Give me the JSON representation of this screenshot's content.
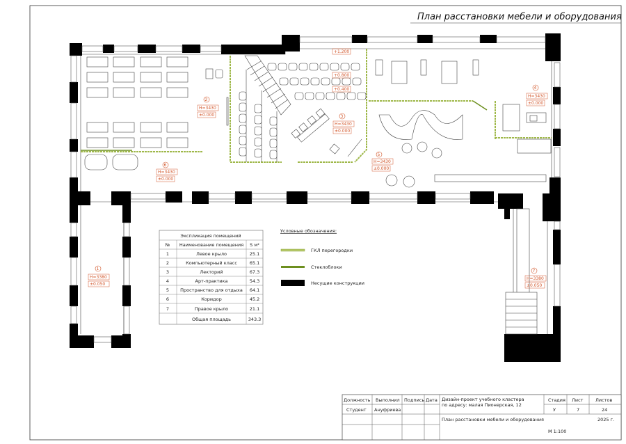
{
  "sheet": {
    "title": "План расстановки мебели и оборудования"
  },
  "rooms": [
    {
      "num": "1",
      "height": "H=3380",
      "level": "±0.050"
    },
    {
      "num": "2",
      "height": "H=3430",
      "level": "±0.000"
    },
    {
      "num": "3",
      "height": "H=3430",
      "level": "±0.000"
    },
    {
      "num": "4",
      "height": "H=3430",
      "level": "±0.000"
    },
    {
      "num": "5",
      "height": "H=3430",
      "level": "±0.000"
    },
    {
      "num": "6",
      "height": "H=3430",
      "level": "±0.000"
    },
    {
      "num": "7",
      "height": "H=3380",
      "level": "±0.050"
    }
  ],
  "levels": [
    "+1.200",
    "+0.800",
    "+0.400"
  ],
  "explication": {
    "title": "Экспликация помещений",
    "headers": [
      "№",
      "Наименование помещения",
      "S м²"
    ],
    "rows": [
      [
        "1",
        "Левое крыло",
        "25.1"
      ],
      [
        "2",
        "Компьютерный класс",
        "65.1"
      ],
      [
        "3",
        "Лекторий",
        "67.3"
      ],
      [
        "4",
        "Арт-практика",
        "54.3"
      ],
      [
        "5",
        "Пространство для отдыха",
        "64.1"
      ],
      [
        "6",
        "Коридор",
        "45.2"
      ],
      [
        "7",
        "Правое крыло",
        "21.1"
      ]
    ],
    "total_label": "Общая площадь",
    "total_value": "343.3"
  },
  "legend": {
    "title": "Условные обозначения:",
    "items": [
      {
        "label": "ГКЛ перегородки",
        "color": "#b7c96a"
      },
      {
        "label": "Стеклоблоки",
        "color": "#6d8f1f"
      },
      {
        "label": "Несущие конструкции",
        "color": "#000000"
      }
    ]
  },
  "title_block": {
    "h_position": "Должность",
    "h_performed": "Выполнил",
    "h_signature": "Подпись",
    "h_date": "Дата",
    "position": "Студент",
    "performer": "Ануфриева",
    "project_line1": "Дизайн-проект учебного кластера",
    "project_line2": "по адресу: малая Пионерская, 12",
    "h_stage": "Стадия",
    "h_sheet": "Лист",
    "h_sheets": "Листов",
    "stage": "У",
    "sheet": "7",
    "sheets": "24",
    "drawing_name": "План расстановки мебели и оборудования",
    "year": "2025 г.",
    "scale": "М 1:100"
  },
  "colors": {
    "label": "#d2562a",
    "gkl": "#b7c96a",
    "glass": "#6d8f1f",
    "wall": "#000000"
  }
}
